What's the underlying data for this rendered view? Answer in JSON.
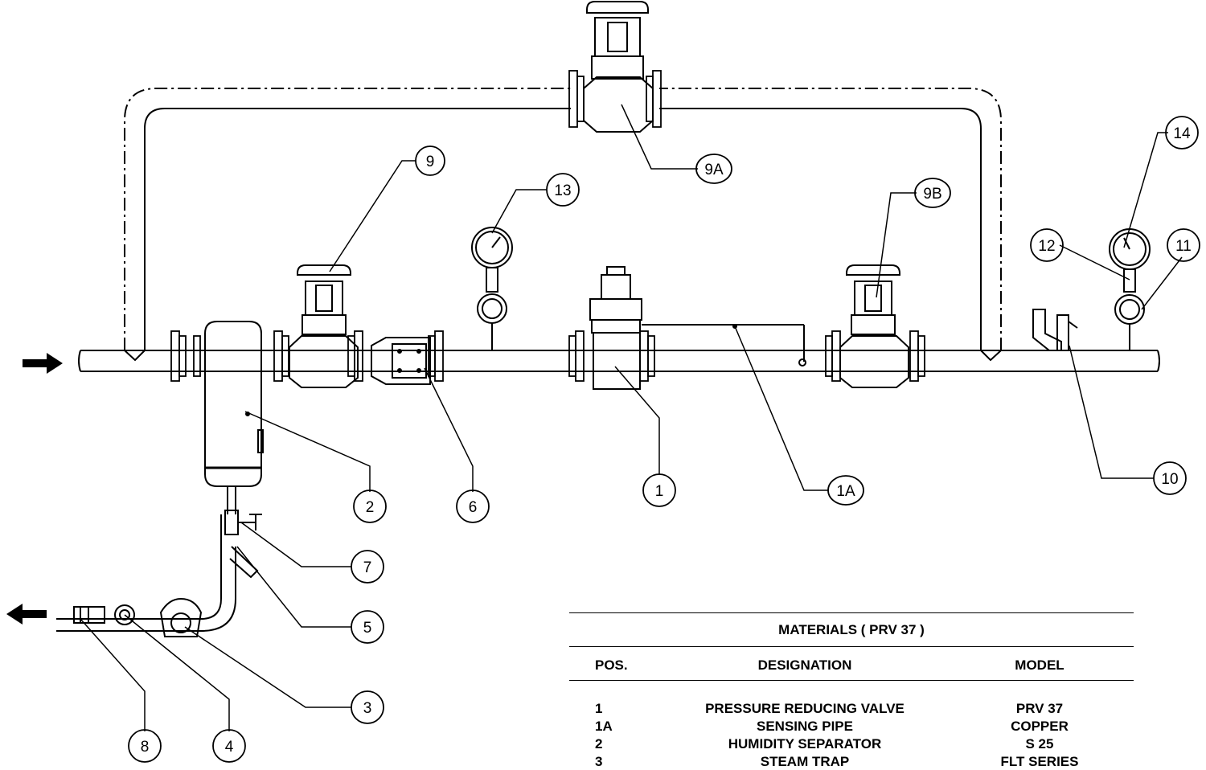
{
  "callouts": [
    "1",
    "1A",
    "2",
    "3",
    "4",
    "5",
    "6",
    "7",
    "8",
    "9",
    "9A",
    "9B",
    "10",
    "11",
    "12",
    "13",
    "14"
  ],
  "materials_table": {
    "title": "MATERIALS ( PRV 37 )",
    "columns": [
      "POS.",
      "DESIGNATION",
      "MODEL"
    ],
    "rows": [
      {
        "pos": "1",
        "designation": "PRESSURE REDUCING VALVE",
        "model": "PRV 37"
      },
      {
        "pos": "1A",
        "designation": "SENSING PIPE",
        "model": "COPPER"
      },
      {
        "pos": "2",
        "designation": "HUMIDITY  SEPARATOR",
        "model": "S 25"
      },
      {
        "pos": "3",
        "designation": "STEAM TRAP",
        "model": "FLT SERIES"
      }
    ]
  },
  "flow_direction": {
    "inlet": "right-arrow-icon",
    "outlet": "left-arrow-icon"
  }
}
